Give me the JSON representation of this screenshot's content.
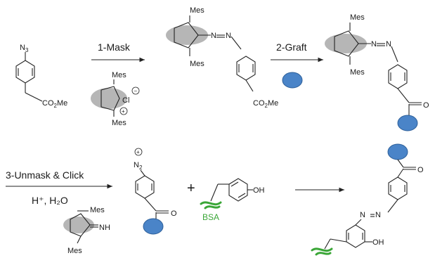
{
  "steps": {
    "mask": "1-Mask",
    "graft": "2-Graft",
    "unmask": "3-Unmask & Click",
    "conditions": "H⁺, H₂O"
  },
  "labels": {
    "azide": "N",
    "azide_sub": "3",
    "ester_prefix": "CO",
    "ester_sub": "2",
    "ester_suffix": "Me",
    "mes": "Mes",
    "n": "N",
    "chloride": "Cl",
    "oxygen": "O",
    "diazonium": "N",
    "diazonium_sub": "2",
    "oh": "OH",
    "nh": "NH",
    "bsa": "BSA",
    "plus": "+",
    "cation": "+",
    "anion": "−"
  },
  "colors": {
    "nanoparticle": "#4a84c8",
    "protein": "#3aa637",
    "mask": "#a9a9a9"
  }
}
